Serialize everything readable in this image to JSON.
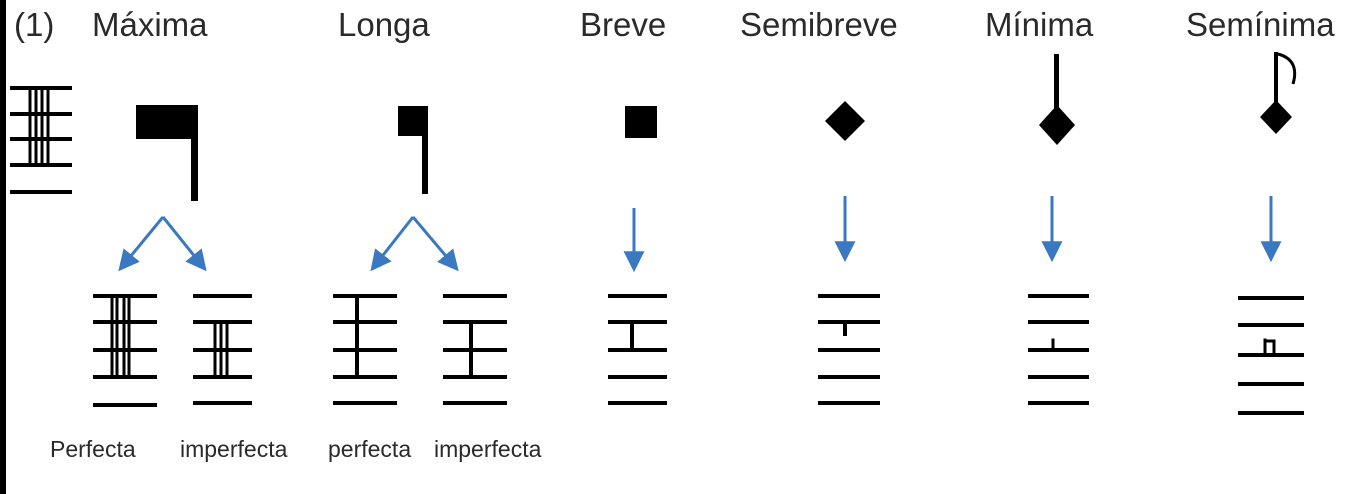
{
  "figure_number": "(1)",
  "note_names": [
    "Máxima",
    "Longa",
    "Breve",
    "Semibreve",
    "Mínima",
    "Semínima"
  ],
  "captions": [
    "Perfecta",
    "imperfecta",
    "perfecta",
    "imperfecta"
  ],
  "colors": {
    "ink": "#000000",
    "text": "#2a2a2a",
    "arrow": "#3b78c2"
  }
}
